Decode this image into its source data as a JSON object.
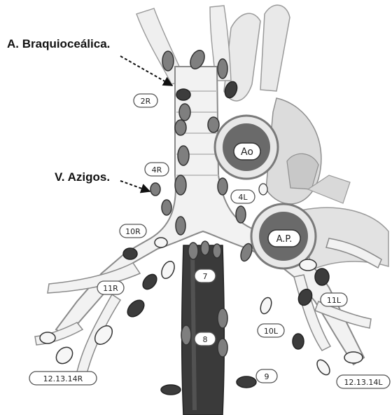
{
  "annotations": {
    "braquiocefalica": "A. Braquioceálica.",
    "azigos": "V. Azigos."
  },
  "labels": {
    "s2R": "2R",
    "s4R": "4R",
    "s4L": "4L",
    "s10R": "10R",
    "s10L": "10L",
    "s11R": "11R",
    "s11L": "11L",
    "s7": "7",
    "s8": "8",
    "s9": "9",
    "s1214R": "12.13.14R",
    "s1214L": "12.13.14L",
    "ao": "Ao",
    "ap": "A.P."
  },
  "colors": {
    "airway_fill": "#f2f2f2",
    "airway_outline": "#8a8a8a",
    "esophagus": "#3a3a3a",
    "node_dark": "#3c3c3c",
    "node_gray": "#7f7f7f",
    "vessel_fill": "#e6e6e6",
    "vessel_lumen": "#6a6a6a"
  },
  "icons": {
    "lymph_node": "lymph-node-icon",
    "arrow": "dashed-arrow-icon"
  }
}
